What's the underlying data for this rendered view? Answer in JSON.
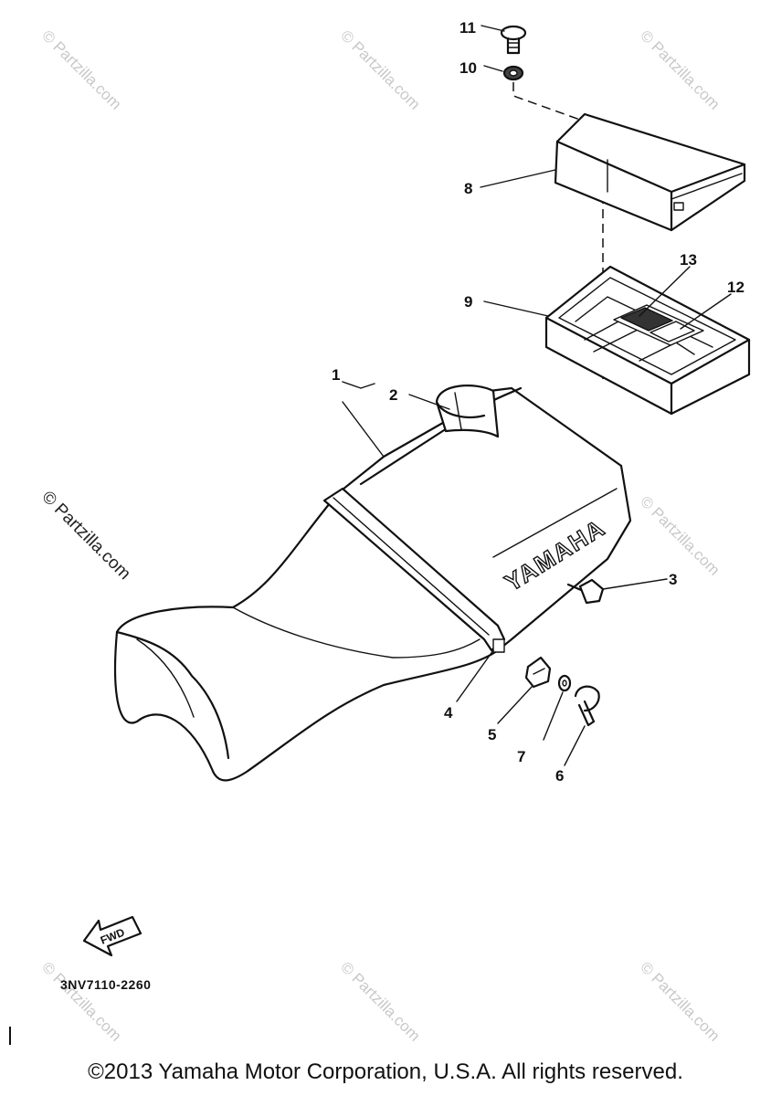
{
  "watermark": "© Partzilla.com",
  "callouts": [
    "1",
    "2",
    "3",
    "4",
    "5",
    "6",
    "7",
    "8",
    "9",
    "10",
    "11",
    "12",
    "13"
  ],
  "seat_brand": "YAMAHA",
  "fwd_label": "FWD",
  "diagram_code": "3NV7110-2260",
  "copyright": "©2013 Yamaha Motor Corporation, U.S.A. All rights reserved."
}
